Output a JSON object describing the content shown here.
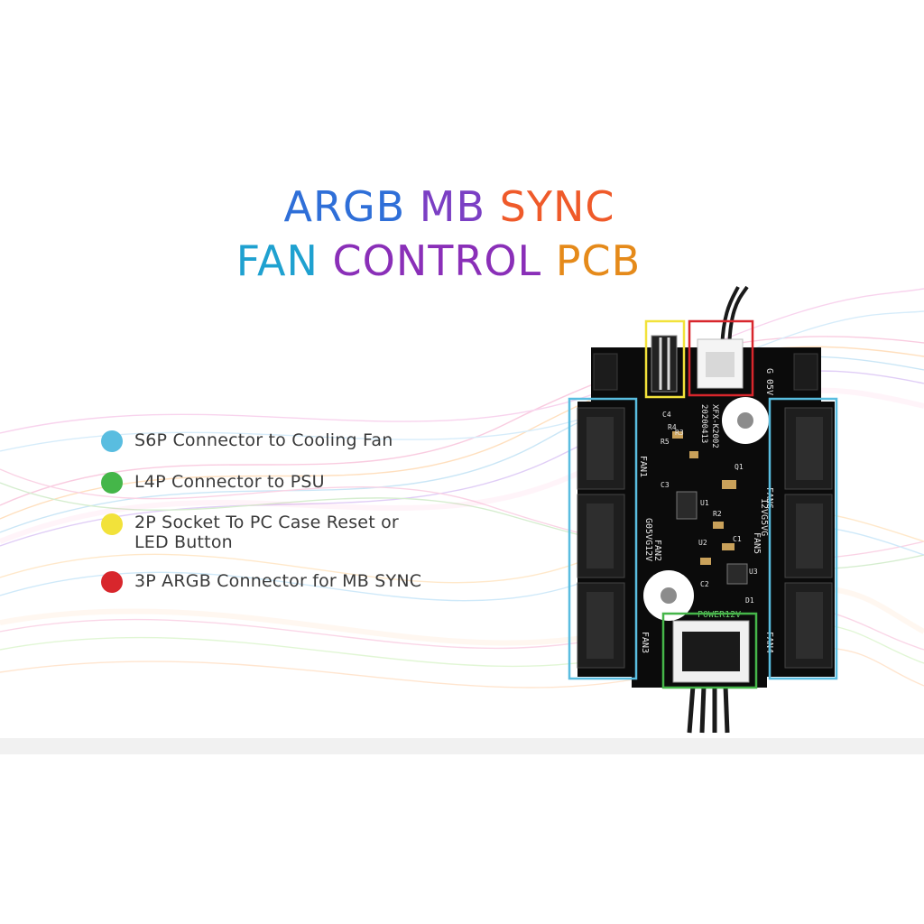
{
  "title": {
    "line1": [
      {
        "text": "ARGB ",
        "color": "#2f6fd8"
      },
      {
        "text": "MB ",
        "color": "#7b3fc4"
      },
      {
        "text": "SYNC",
        "color": "#ef5a2a"
      }
    ],
    "line2": [
      {
        "text": "FAN ",
        "color": "#1fa1d0"
      },
      {
        "text": "CONTROL ",
        "color": "#8a2fb8"
      },
      {
        "text": "PCB",
        "color": "#e58a1a"
      }
    ]
  },
  "legend": [
    {
      "color": "#59bde0",
      "lines": [
        "S6P Connector to Cooling Fan"
      ]
    },
    {
      "color": "#45b649",
      "lines": [
        "L4P Connector to PSU"
      ]
    },
    {
      "color": "#f2e23a",
      "lines": [
        "2P Socket To PC Case Reset or",
        "LED Button"
      ]
    },
    {
      "color": "#d8262c",
      "lines": [
        "3P ARGB Connector for MB SYNC"
      ]
    }
  ],
  "pcb": {
    "labels": {
      "fan1": "FAN1",
      "fan2": "FAN2",
      "fan3": "FAN3",
      "fan4": "FAN4",
      "fan5": "FAN5",
      "fan6": "FAN6",
      "power": "POWER12V",
      "model": "XFX-K2002",
      "date": "20200413",
      "pins_left": "G05VG12V",
      "pins_right": "12VG5VG",
      "top_right": "G 05V",
      "c1": "C1",
      "c2": "C2",
      "c3": "C3",
      "c4": "C4",
      "r2": "R2",
      "r3": "R3",
      "r4": "R4",
      "r5": "R5",
      "q1": "Q1",
      "u1": "U1",
      "u2": "U2",
      "u3": "U3",
      "d1": "D1"
    },
    "highlight_colors": {
      "fan": "#59bde0",
      "psu": "#45b649",
      "reset": "#f2e23a",
      "argb": "#d8262c"
    }
  }
}
